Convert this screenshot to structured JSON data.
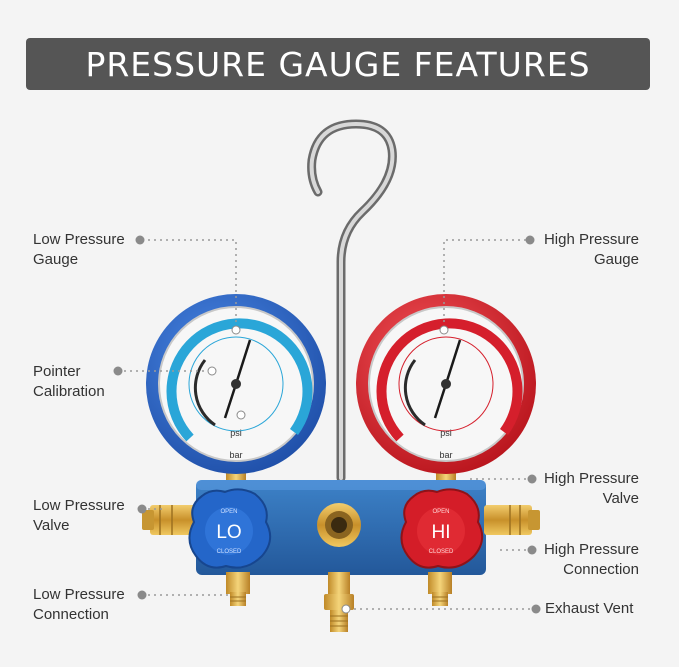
{
  "banner": {
    "title": "PRESSURE GAUGE FEATURES"
  },
  "labels": {
    "low_pressure_gauge": {
      "line1": "Low Pressure",
      "line2": "Gauge"
    },
    "high_pressure_gauge": {
      "line1": "High Pressure",
      "line2": "Gauge"
    },
    "pointer_calibration": {
      "line1": "Pointer",
      "line2": "Calibration"
    },
    "low_pressure_valve": {
      "line1": "Low Pressure",
      "line2": "Valve"
    },
    "high_pressure_valve": {
      "line1": "High Pressure",
      "line2": "Valve"
    },
    "high_pressure_connection": {
      "line1": "High Pressure",
      "line2": "Connection"
    },
    "low_pressure_connection": {
      "line1": "Low Pressure",
      "line2": "Connection"
    },
    "exhaust_vent": {
      "line1": "Exhaust Vent"
    }
  },
  "knobs": {
    "lo": {
      "text": "LO",
      "open": "OPEN",
      "closed": "CLOSED"
    },
    "hi": {
      "text": "HI",
      "open": "OPEN",
      "closed": "CLOSED"
    }
  },
  "gauges": {
    "low": {
      "unit1": "bar",
      "unit2": "psi"
    },
    "high": {
      "unit1": "bar",
      "unit2": "psi"
    }
  },
  "colors": {
    "banner": "#555555",
    "low_gauge": "#2a63c9",
    "high_gauge": "#e3232c",
    "manifold": "#2c6fb8",
    "brass": "#d9a23a",
    "leader": "#888888"
  }
}
